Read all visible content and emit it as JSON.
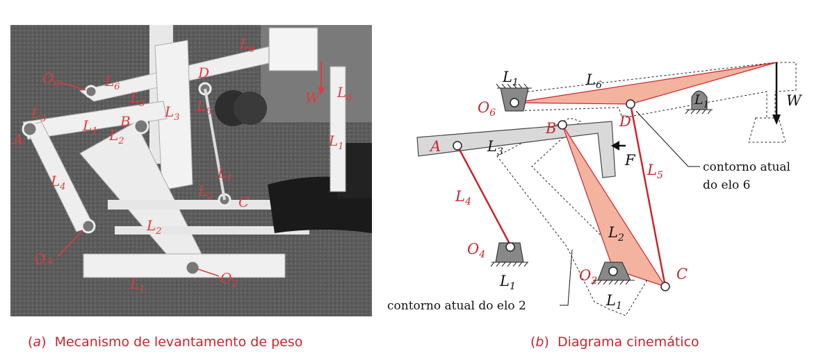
{
  "caption_a": {
    "letter": "a",
    "text": "Mecanismo de levantamento de peso"
  },
  "caption_b": {
    "letter": "b",
    "text": "Diagrama cinemático"
  },
  "photo_labels": {
    "O6": "O",
    "O6_sub": "6",
    "L6_top": "L",
    "L6_top_sub": "6",
    "L6_mid": "L",
    "L6_mid_sub": "6",
    "D": "D",
    "W": "W",
    "L6_right": "L",
    "L6_right_sub": "6",
    "L3_left": "L",
    "L3_left_sub": "3",
    "L3_mid": "L",
    "L3_mid_sub": "3",
    "L3_right": "L",
    "L3_right_sub": "3",
    "L5": "L",
    "L5_sub": "5",
    "L1_a": "L",
    "L1_a_sub": "1",
    "B": "B",
    "L2_a": "L",
    "L2_a_sub": "2",
    "A": "A",
    "L1_right": "L",
    "L1_right_sub": "1",
    "L4": "L",
    "L4_sub": "4",
    "L1_c": "L",
    "L1_c_sub": "1",
    "L2_b": "L",
    "L2_b_sub": "2",
    "C": "C",
    "L2_c": "L",
    "L2_c_sub": "2",
    "O4": "O",
    "O4_sub": "4",
    "L1_bottom": "L",
    "L1_bottom_sub": "1",
    "O2": "O",
    "O2_sub": "2"
  },
  "diagram_labels": {
    "L1_top": "L",
    "L1_top_sub": "1",
    "L6": "L",
    "L6_sub": "6",
    "O6": "O",
    "O6_sub": "6",
    "L1_right": "L",
    "L1_right_sub": "1",
    "W": "W",
    "D": "D",
    "B": "B",
    "A": "A",
    "L3": "L",
    "L3_sub": "3",
    "F": "F",
    "L5": "L",
    "L5_sub": "5",
    "L4": "L",
    "L4_sub": "4",
    "L2": "L",
    "L2_sub": "2",
    "O4": "O",
    "O4_sub": "4",
    "L1_bl": "L",
    "L1_bl_sub": "1",
    "O2": "O",
    "O2_sub": "2",
    "C": "C",
    "L1_b": "L",
    "L1_b_sub": "1",
    "note_link6_line1": "contorno atual",
    "note_link6_line2": "do elo 6",
    "note_link2": "contorno atual do elo 2"
  },
  "colors": {
    "accent_red": "#c8242d",
    "link_fill": "#d9d9d9",
    "link_salmon": "#f3b39f",
    "ground_fill": "#888888",
    "photo_bg": "#5a5a5a"
  }
}
